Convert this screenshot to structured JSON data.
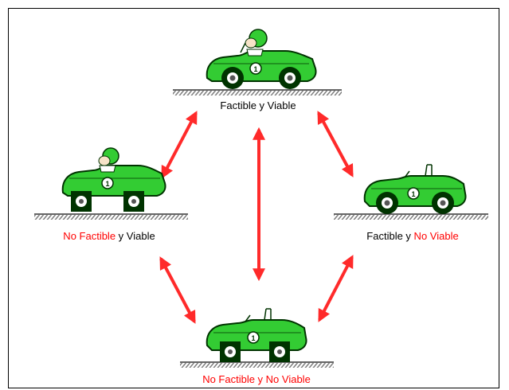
{
  "colors": {
    "car_body": "#33cc33",
    "car_dark": "#003300",
    "arrow": "#ff2a2a",
    "ground": "#808080",
    "label_red": "#ff0000"
  },
  "nodes": {
    "top": {
      "label_parts": [
        {
          "text": "Factible y Viable",
          "color": "black"
        }
      ]
    },
    "left": {
      "label_parts": [
        {
          "text": "No Factible",
          "color": "red"
        },
        {
          "text": " y Viable",
          "color": "black"
        }
      ]
    },
    "right": {
      "label_parts": [
        {
          "text": "Factible y ",
          "color": "black"
        },
        {
          "text": "No Viable",
          "color": "red"
        }
      ]
    },
    "bottom": {
      "label_parts": [
        {
          "text": "No Factible y No Viable",
          "color": "red"
        }
      ]
    }
  },
  "icons": [
    "race-car-with-driver-icon",
    "race-car-no-driver-icon",
    "square-wheel-icon",
    "double-arrow-icon"
  ]
}
